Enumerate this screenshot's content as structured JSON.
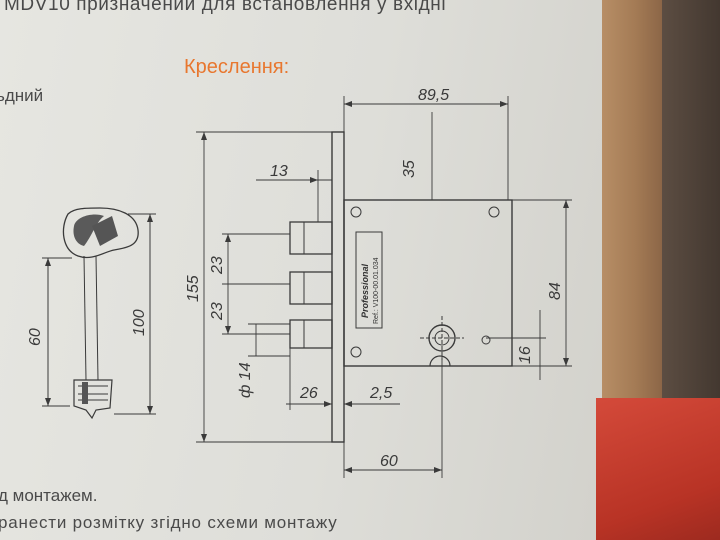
{
  "page": {
    "top_text": "MDV10 призначений для встановлення у вхідні",
    "heading": "Креслення:",
    "left_text": "ьдний",
    "bottom_text_1": "д монтажем.",
    "bottom_text_2": "ранести розмітку згідно схеми монтажу"
  },
  "drawing": {
    "dimensions": {
      "width_total": "89,5",
      "top_offset": "35",
      "bolt_length": "13",
      "bolt_spacing_1": "23",
      "bolt_spacing_2": "23",
      "height_total": "155",
      "body_height": "84",
      "cylinder_offset": "16",
      "cylinder_diameter": "ф 14",
      "faceplate_offset": "26",
      "faceplate_thickness": "2,5",
      "backset": "60",
      "key_blade": "60",
      "key_total": "100"
    },
    "lock_marking": [
      "Professional",
      "Ref.: V100-00.01.034"
    ]
  },
  "colors": {
    "heading": "#e8772f",
    "line": "#3a3a3a",
    "box_red": "#c43b2c",
    "box_brown": "#a47b55"
  }
}
